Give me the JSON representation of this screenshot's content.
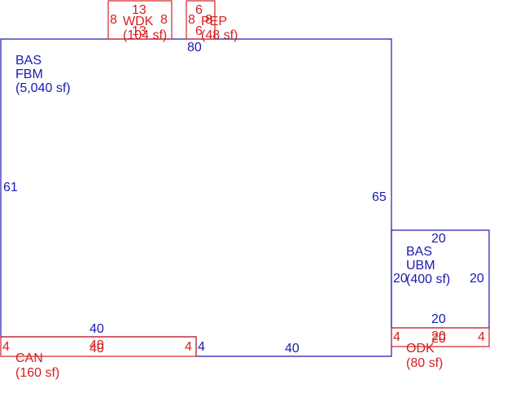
{
  "colors": {
    "building": "#1a1ab0",
    "addition": "#d42020",
    "background": "#ffffff"
  },
  "areas": [
    {
      "id": "bas-fbm",
      "color": "building",
      "label": [
        "BAS",
        "FBM",
        "(5,040 sf)"
      ],
      "dims": [
        "80",
        "61",
        "65",
        "40",
        "4",
        "40"
      ]
    },
    {
      "id": "bas-ubm",
      "color": "building",
      "label": [
        "BAS",
        "UBM",
        "(400 sf)"
      ],
      "dims": [
        "20",
        "20",
        "20",
        "20"
      ]
    },
    {
      "id": "wdk",
      "color": "addition",
      "label": [
        "WDK",
        "(104 sf)"
      ],
      "dims": [
        "13",
        "8",
        "8",
        "13"
      ]
    },
    {
      "id": "pep",
      "color": "addition",
      "label": [
        "PEP",
        "(48 sf)"
      ],
      "dims": [
        "6",
        "8",
        "8",
        "6"
      ]
    },
    {
      "id": "can",
      "color": "addition",
      "label": [
        "CAN",
        "(160 sf)"
      ],
      "dims": [
        "4",
        "40",
        "40",
        "4"
      ]
    },
    {
      "id": "odk",
      "color": "addition",
      "label": [
        "ODK",
        "(80 sf)"
      ],
      "dims": [
        "4",
        "20",
        "20",
        "4"
      ]
    }
  ]
}
